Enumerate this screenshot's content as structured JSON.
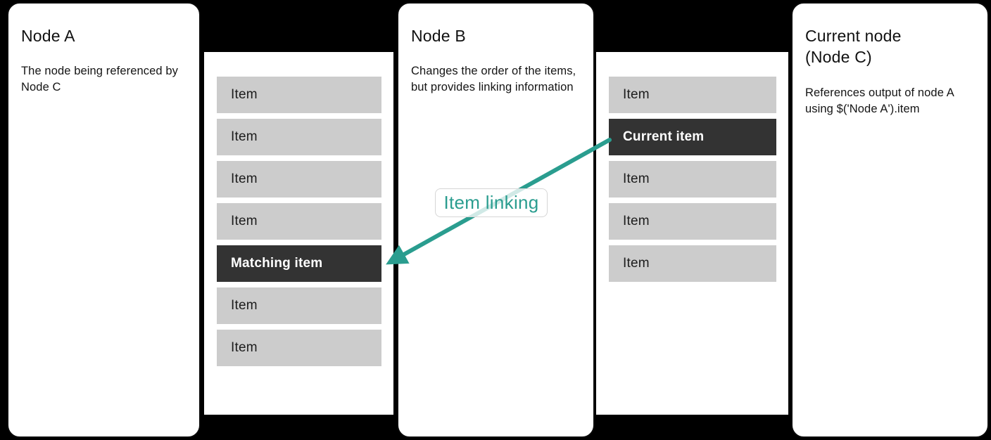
{
  "colors": {
    "background": "#000000",
    "panel_bg": "#ffffff",
    "accent_teal": "#2a9d8f",
    "item_gray": "#cccccc",
    "item_dark": "#333333"
  },
  "panel_node_a": {
    "title": "Node A",
    "description": "The node being referenced by Node C"
  },
  "panel_node_b": {
    "title": "Node B",
    "description": "Changes the order of the items, but provides linking information"
  },
  "panel_node_c": {
    "title": "Current node\n(Node C)",
    "description": "References output of node A using $('Node A').item"
  },
  "list_a": {
    "items": [
      {
        "label": "Item",
        "state": "normal"
      },
      {
        "label": "Item",
        "state": "normal"
      },
      {
        "label": "Item",
        "state": "normal"
      },
      {
        "label": "Item",
        "state": "normal"
      },
      {
        "label": "Matching item",
        "state": "highlighted"
      },
      {
        "label": "Item",
        "state": "normal"
      },
      {
        "label": "Item",
        "state": "normal"
      }
    ]
  },
  "list_b": {
    "items": [
      {
        "label": "Item",
        "state": "normal"
      },
      {
        "label": "Current item",
        "state": "highlighted"
      },
      {
        "label": "Item",
        "state": "normal"
      },
      {
        "label": "Item",
        "state": "normal"
      },
      {
        "label": "Item",
        "state": "normal"
      }
    ]
  },
  "annotation": {
    "label": "Item linking"
  }
}
